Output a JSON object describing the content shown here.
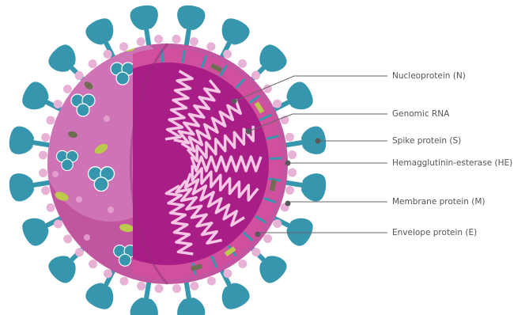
{
  "labels": [
    {
      "id": "nucleoprotein",
      "text": "Nucleoprotein (N)"
    },
    {
      "id": "genomic-rna",
      "text": "Genomic RNA"
    },
    {
      "id": "spike-protein",
      "text": "Spike protein (S)"
    },
    {
      "id": "hemagglutinin-esterase",
      "text": "Hemagglutinin-esterase (HE)"
    },
    {
      "id": "membrane-protein",
      "text": "Membrane protein (M)"
    },
    {
      "id": "envelope-protein",
      "text": "Envelope protein (E)"
    }
  ],
  "colors": {
    "spike": "#3596ad",
    "envelope_outer": "#c2559f",
    "envelope_highlight": "#d98cc7",
    "interior": "#a91d86",
    "interior_ring": "#d0509e",
    "rna": "#f6c7e4",
    "membrane_dot": "#e7b2d6",
    "envelope_protein": "#bcc94c",
    "membrane_protein": "#6e6e52",
    "leader_line": "#666666",
    "label_text": "#555555"
  }
}
